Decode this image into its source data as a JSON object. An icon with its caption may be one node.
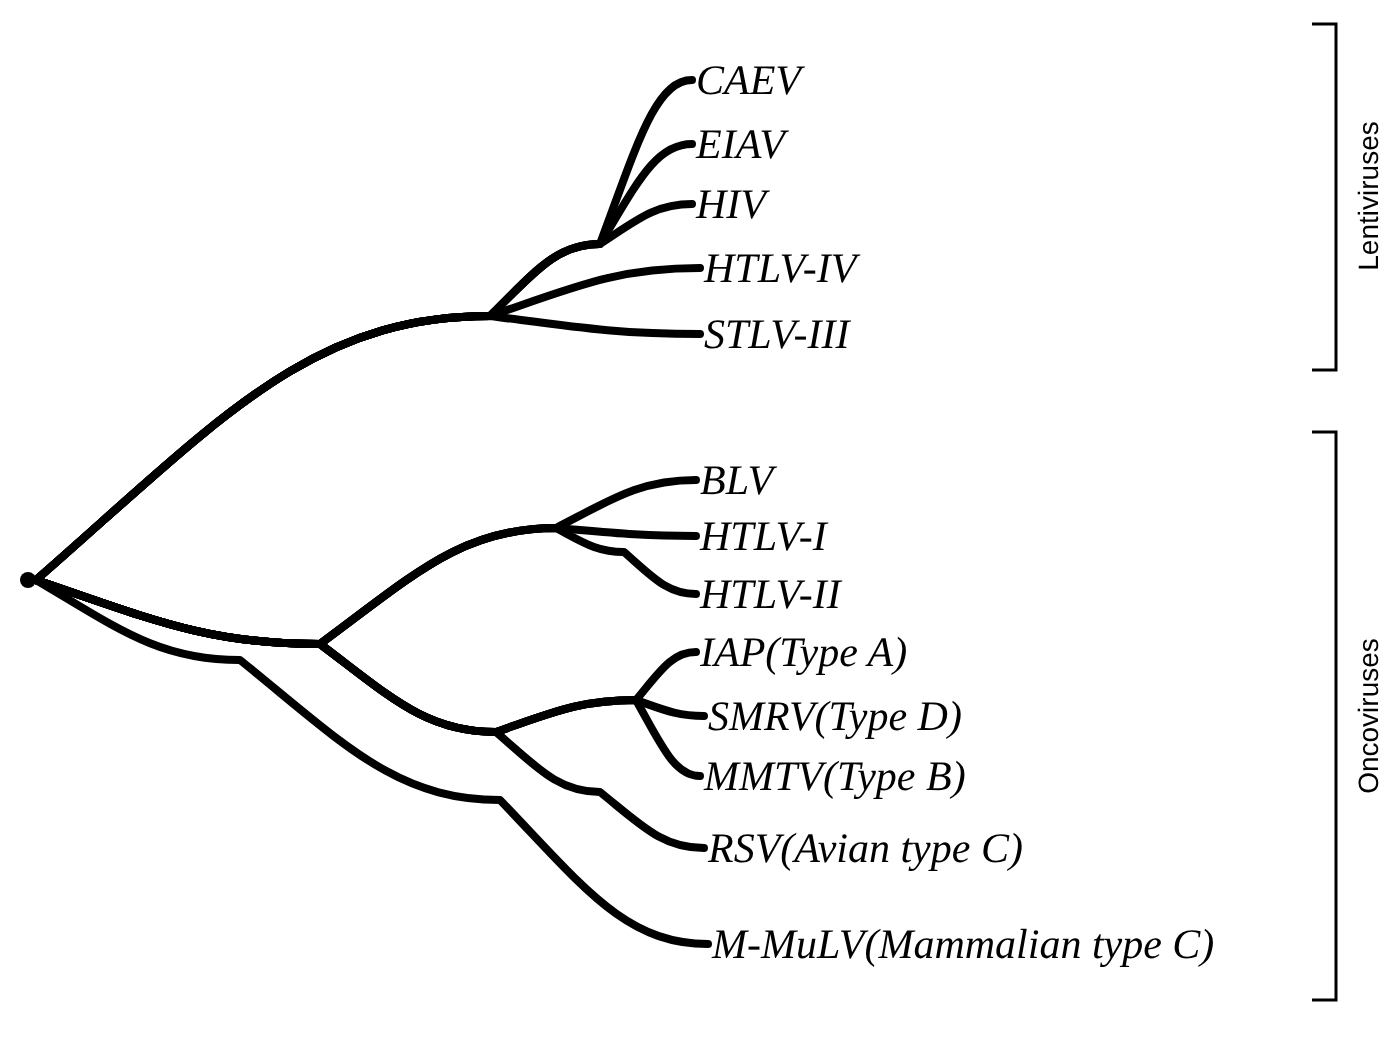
{
  "diagram": {
    "nodes": [
      {
        "text": [],
        "shape": "circle"
      },
      {
        "text": [
          "CAEV"
        ]
      },
      {
        "text": [
          "EIAV"
        ]
      },
      {
        "text": [
          "HIV"
        ]
      },
      {
        "text": [
          "HTLV-IV"
        ]
      },
      {
        "text": [
          "STLV-III"
        ]
      },
      {
        "text": [
          "BLV"
        ]
      },
      {
        "text": [
          "HTLV-I"
        ]
      },
      {
        "text": [
          "HTLV-II"
        ]
      },
      {
        "text": [
          "IAP(Type A)"
        ]
      },
      {
        "text": [
          "SMRV(Type D)"
        ]
      },
      {
        "text": [
          "MMTV(Type B)"
        ]
      },
      {
        "text": [
          "RSV(Avian type C)"
        ]
      },
      {
        "text": [
          "M-MuLV(Mammalian type C)"
        ]
      }
    ],
    "edges": [
      {
        "from": 0,
        "to": 1,
        "arrow": "none"
      },
      {
        "from": 0,
        "to": 2,
        "arrow": "none"
      },
      {
        "from": 0,
        "to": 3,
        "arrow": "none"
      },
      {
        "from": 0,
        "to": 4,
        "arrow": "none"
      },
      {
        "from": 0,
        "to": 5,
        "arrow": "none"
      },
      {
        "from": 0,
        "to": 6,
        "arrow": "none"
      },
      {
        "from": 0,
        "to": 7,
        "arrow": "none"
      },
      {
        "from": 0,
        "to": 8,
        "arrow": "none"
      },
      {
        "from": 0,
        "to": 9,
        "arrow": "none"
      },
      {
        "from": 0,
        "to": 10,
        "arrow": "none"
      },
      {
        "from": 0,
        "to": 11,
        "arrow": "none"
      },
      {
        "from": 0,
        "to": 12,
        "arrow": "none"
      },
      {
        "from": 0,
        "to": 13,
        "arrow": "none"
      }
    ],
    "labels": [
      "Lentiviruses",
      "Oncoviruses"
    ]
  }
}
